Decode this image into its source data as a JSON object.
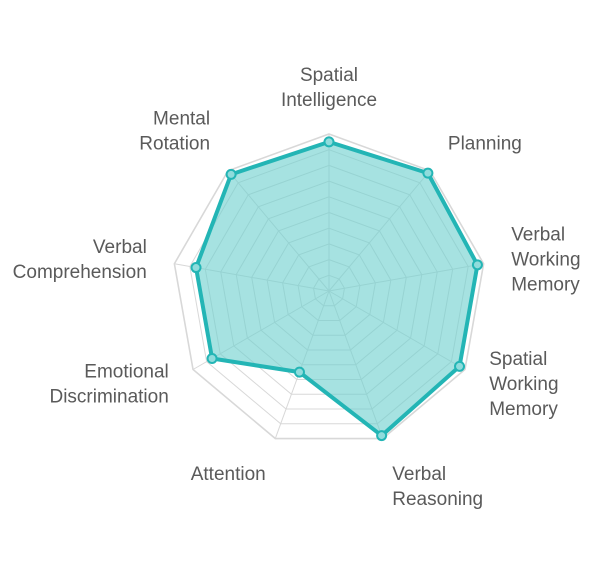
{
  "chart_data": {
    "type": "radar",
    "axes": [
      "Spatial Intelligence",
      "Planning",
      "Verbal Working Memory",
      "Spatial Working Memory",
      "Verbal Reasoning",
      "Attention",
      "Emotional Discrimination",
      "Verbal Comprehension",
      "Mental Rotation"
    ],
    "axis_label_lines": [
      [
        "Spatial",
        "Intelligence"
      ],
      [
        "Planning"
      ],
      [
        "Verbal",
        "Working",
        "Memory"
      ],
      [
        "Spatial",
        "Working",
        "Memory"
      ],
      [
        "Verbal",
        "Reasoning"
      ],
      [
        "Attention"
      ],
      [
        "Emotional",
        "Discrimination"
      ],
      [
        "Verbal",
        "Comprehension"
      ],
      [
        "Mental",
        "Rotation"
      ]
    ],
    "values": [
      0.95,
      0.98,
      0.96,
      0.96,
      0.98,
      0.55,
      0.86,
      0.86,
      0.97
    ],
    "range": [
      0,
      1
    ],
    "grid_levels": 10,
    "series_color": "#23b5b5",
    "fill_color": "#6fd0cf",
    "grid_color": "#d8d8d8",
    "label_color": "#5a5a5a"
  }
}
